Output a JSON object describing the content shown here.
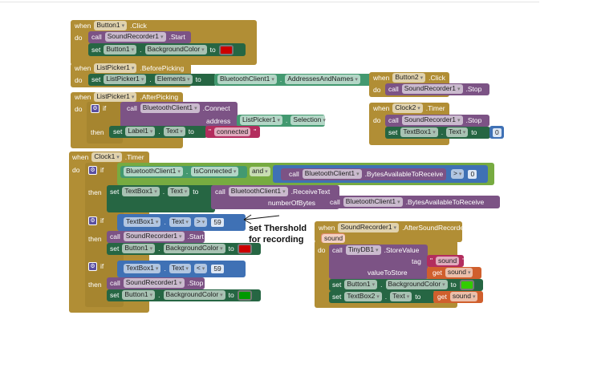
{
  "rows": {
    "a_head": [
      {
        "t": "kw",
        "v": "when"
      },
      {
        "t": "dd",
        "v": "Button1"
      },
      {
        "t": "kw",
        "v": ".Click"
      }
    ],
    "a_do": [
      {
        "t": "kw",
        "v": "do"
      }
    ],
    "a_call": [
      {
        "t": "kw",
        "v": "call"
      },
      {
        "t": "dd",
        "v": "SoundRecorder1"
      },
      {
        "t": "kw",
        "v": ".Start"
      }
    ],
    "a_set": [
      {
        "t": "kw",
        "v": "set"
      },
      {
        "t": "dd",
        "v": "Button1"
      },
      {
        "t": "kw",
        "v": "."
      },
      {
        "t": "dd",
        "v": "BackgroundColor"
      },
      {
        "t": "kw",
        "v": "to"
      },
      {
        "t": "sw",
        "c": "#cc0000"
      }
    ],
    "b_head": [
      {
        "t": "kw",
        "v": "when"
      },
      {
        "t": "dd",
        "v": "ListPicker1"
      },
      {
        "t": "kw",
        "v": ".BeforePicking"
      }
    ],
    "b_do": [
      {
        "t": "kw",
        "v": "do"
      }
    ],
    "b_set": [
      {
        "t": "kw",
        "v": "set"
      },
      {
        "t": "dd",
        "v": "ListPicker1"
      },
      {
        "t": "kw",
        "v": "."
      },
      {
        "t": "dd",
        "v": "Elements"
      },
      {
        "t": "kw",
        "v": "to"
      }
    ],
    "b_get": [
      {
        "t": "dd",
        "v": "BluetoothClient1"
      },
      {
        "t": "kw",
        "v": "."
      },
      {
        "t": "dd",
        "v": "AddressesAndNames"
      }
    ],
    "c_head": [
      {
        "t": "kw",
        "v": "when"
      },
      {
        "t": "dd",
        "v": "ListPicker1"
      },
      {
        "t": "kw",
        "v": ".AfterPicking"
      }
    ],
    "c_do": [
      {
        "t": "kw",
        "v": "do"
      }
    ],
    "c_if": [
      {
        "t": "gear",
        "v": "⚙"
      },
      {
        "t": "kw",
        "v": "if"
      }
    ],
    "c_call": [
      {
        "t": "kw",
        "v": "call"
      },
      {
        "t": "dd",
        "v": "BluetoothClient1"
      },
      {
        "t": "kw",
        "v": ".Connect"
      }
    ],
    "c_addr": [
      {
        "t": "kw",
        "v": "address"
      }
    ],
    "c_addrget": [
      {
        "t": "dd",
        "v": "ListPicker1"
      },
      {
        "t": "kw",
        "v": "."
      },
      {
        "t": "dd",
        "v": "Selection"
      }
    ],
    "c_then": [
      {
        "t": "kw",
        "v": "then"
      }
    ],
    "c_set": [
      {
        "t": "kw",
        "v": "set"
      },
      {
        "t": "dd",
        "v": "Label1"
      },
      {
        "t": "kw",
        "v": "."
      },
      {
        "t": "dd",
        "v": "Text"
      },
      {
        "t": "kw",
        "v": "to"
      }
    ],
    "c_str": [
      {
        "t": "kw",
        "v": "\""
      },
      {
        "t": "str",
        "v": "connected"
      },
      {
        "t": "kw",
        "v": "\""
      }
    ],
    "d_head": [
      {
        "t": "kw",
        "v": "when"
      },
      {
        "t": "dd",
        "v": "Button2"
      },
      {
        "t": "kw",
        "v": ".Click"
      }
    ],
    "d_do": [
      {
        "t": "kw",
        "v": "do"
      }
    ],
    "d_call": [
      {
        "t": "kw",
        "v": "call"
      },
      {
        "t": "dd",
        "v": "SoundRecorder1"
      },
      {
        "t": "kw",
        "v": ".Stop"
      }
    ],
    "e_head": [
      {
        "t": "kw",
        "v": "when"
      },
      {
        "t": "dd",
        "v": "Clock2"
      },
      {
        "t": "kw",
        "v": ".Timer"
      }
    ],
    "e_do": [
      {
        "t": "kw",
        "v": "do"
      }
    ],
    "e_call": [
      {
        "t": "kw",
        "v": "call"
      },
      {
        "t": "dd",
        "v": "SoundRecorder1"
      },
      {
        "t": "kw",
        "v": ".Stop"
      }
    ],
    "e_set": [
      {
        "t": "kw",
        "v": "set"
      },
      {
        "t": "dd",
        "v": "TextBox1"
      },
      {
        "t": "kw",
        "v": "."
      },
      {
        "t": "dd",
        "v": "Text"
      },
      {
        "t": "kw",
        "v": "to"
      }
    ],
    "e_num": [
      {
        "t": "num",
        "v": "0"
      }
    ],
    "f_head": [
      {
        "t": "kw",
        "v": "when"
      },
      {
        "t": "dd",
        "v": "Clock1"
      },
      {
        "t": "kw",
        "v": ".Timer"
      }
    ],
    "f_do": [
      {
        "t": "kw",
        "v": "do"
      }
    ],
    "f_if1": [
      {
        "t": "gear",
        "v": "⚙"
      },
      {
        "t": "kw",
        "v": "if"
      }
    ],
    "f_cond1": [
      {
        "t": "dd",
        "v": "BluetoothClient1"
      },
      {
        "t": "kw",
        "v": "."
      },
      {
        "t": "dd",
        "v": "IsConnected"
      }
    ],
    "f_and": [
      {
        "t": "dd",
        "v": "and"
      }
    ],
    "f_bytes": [
      {
        "t": "kw",
        "v": "call"
      },
      {
        "t": "dd",
        "v": "BluetoothClient1"
      },
      {
        "t": "kw",
        "v": ".BytesAvailableToReceive"
      }
    ],
    "f_cmp1": [
      {
        "t": "dd",
        "v": ">"
      },
      {
        "t": "num",
        "v": "0"
      }
    ],
    "f_then1": [
      {
        "t": "kw",
        "v": "then"
      }
    ],
    "f_set1": [
      {
        "t": "kw",
        "v": "set"
      },
      {
        "t": "dd",
        "v": "TextBox1"
      },
      {
        "t": "kw",
        "v": "."
      },
      {
        "t": "dd",
        "v": "Text"
      },
      {
        "t": "kw",
        "v": "to"
      }
    ],
    "f_recv": [
      {
        "t": "kw",
        "v": "call"
      },
      {
        "t": "dd",
        "v": "BluetoothClient1"
      },
      {
        "t": "kw",
        "v": ".ReceiveText"
      }
    ],
    "f_nob": [
      {
        "t": "kw",
        "v": "numberOfBytes"
      }
    ],
    "f_bytes2": [
      {
        "t": "kw",
        "v": "call"
      },
      {
        "t": "dd",
        "v": "BluetoothClient1"
      },
      {
        "t": "kw",
        "v": ".BytesAvailableToReceive"
      }
    ],
    "f_if2": [
      {
        "t": "gear",
        "v": "⚙"
      },
      {
        "t": "kw",
        "v": "if"
      }
    ],
    "f_cond2": [
      {
        "t": "dd",
        "v": "TextBox1"
      },
      {
        "t": "kw",
        "v": "."
      },
      {
        "t": "dd",
        "v": "Text"
      },
      {
        "t": "dd",
        "v": ">"
      },
      {
        "t": "num",
        "v": "59"
      }
    ],
    "f_then2": [
      {
        "t": "kw",
        "v": "then"
      }
    ],
    "f_start": [
      {
        "t": "kw",
        "v": "call"
      },
      {
        "t": "dd",
        "v": "SoundRecorder1"
      },
      {
        "t": "kw",
        "v": ".Start"
      }
    ],
    "f_setred": [
      {
        "t": "kw",
        "v": "set"
      },
      {
        "t": "dd",
        "v": "Button1"
      },
      {
        "t": "kw",
        "v": "."
      },
      {
        "t": "dd",
        "v": "BackgroundColor"
      },
      {
        "t": "kw",
        "v": "to"
      },
      {
        "t": "sw",
        "c": "#cc0000"
      }
    ],
    "f_if3": [
      {
        "t": "gear",
        "v": "⚙"
      },
      {
        "t": "kw",
        "v": "if"
      }
    ],
    "f_cond3": [
      {
        "t": "dd",
        "v": "TextBox1"
      },
      {
        "t": "kw",
        "v": "."
      },
      {
        "t": "dd",
        "v": "Text"
      },
      {
        "t": "dd",
        "v": "<"
      },
      {
        "t": "num",
        "v": "59"
      }
    ],
    "f_then3": [
      {
        "t": "kw",
        "v": "then"
      }
    ],
    "f_stop": [
      {
        "t": "kw",
        "v": "call"
      },
      {
        "t": "dd",
        "v": "SoundRecorder1"
      },
      {
        "t": "kw",
        "v": ".Stop"
      }
    ],
    "f_setgreen": [
      {
        "t": "kw",
        "v": "set"
      },
      {
        "t": "dd",
        "v": "Button1"
      },
      {
        "t": "kw",
        "v": "."
      },
      {
        "t": "dd",
        "v": "BackgroundColor"
      },
      {
        "t": "kw",
        "v": "to"
      },
      {
        "t": "sw",
        "c": "#009900"
      }
    ],
    "g_head": [
      {
        "t": "kw",
        "v": "when"
      },
      {
        "t": "dd",
        "v": "SoundRecorder1"
      },
      {
        "t": "kw",
        "v": ".AfterSoundRecorded"
      }
    ],
    "g_param": [
      {
        "t": "str",
        "v": "sound"
      }
    ],
    "g_do": [
      {
        "t": "kw",
        "v": "do"
      }
    ],
    "g_call": [
      {
        "t": "kw",
        "v": "call"
      },
      {
        "t": "dd",
        "v": "TinyDB1"
      },
      {
        "t": "kw",
        "v": ".StoreValue"
      }
    ],
    "g_tag": [
      {
        "t": "kw",
        "v": "tag"
      }
    ],
    "g_tagstr": [
      {
        "t": "kw",
        "v": "\""
      },
      {
        "t": "str",
        "v": "sound"
      },
      {
        "t": "kw",
        "v": "\""
      }
    ],
    "g_vts": [
      {
        "t": "kw",
        "v": "valueToStore"
      }
    ],
    "g_get1": [
      {
        "t": "kw",
        "v": "get"
      },
      {
        "t": "dd",
        "v": "sound"
      }
    ],
    "g_set1": [
      {
        "t": "kw",
        "v": "set"
      },
      {
        "t": "dd",
        "v": "Button1"
      },
      {
        "t": "kw",
        "v": "."
      },
      {
        "t": "dd",
        "v": "BackgroundColor"
      },
      {
        "t": "kw",
        "v": "to"
      },
      {
        "t": "sw",
        "c": "#33cc00"
      }
    ],
    "g_set2": [
      {
        "t": "kw",
        "v": "set"
      },
      {
        "t": "dd",
        "v": "TextBox2"
      },
      {
        "t": "kw",
        "v": "."
      },
      {
        "t": "dd",
        "v": "Text"
      },
      {
        "t": "kw",
        "v": "to"
      }
    ],
    "g_get2": [
      {
        "t": "kw",
        "v": "get"
      },
      {
        "t": "dd",
        "v": "sound"
      }
    ]
  },
  "annotation": {
    "line1": "set Thershold",
    "line2": "for recording"
  }
}
